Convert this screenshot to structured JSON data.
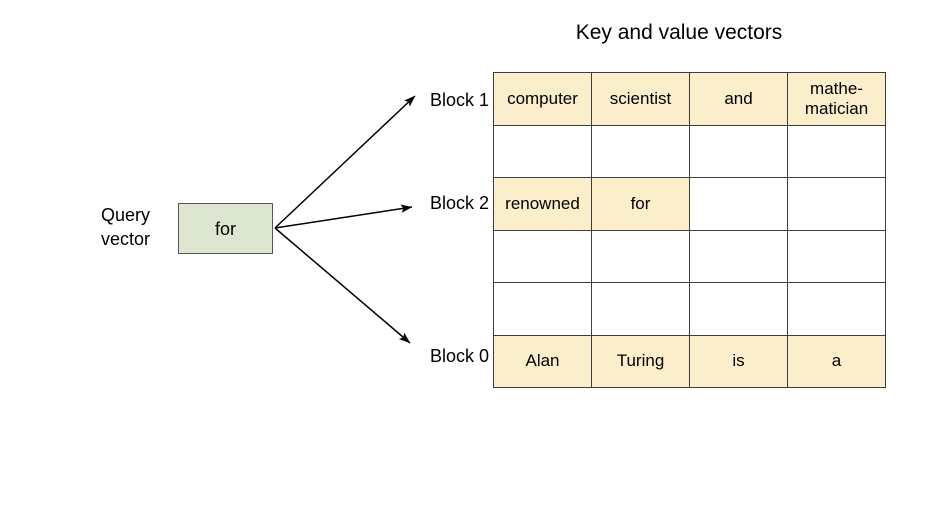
{
  "diagram": {
    "title": "Key and value vectors",
    "query": {
      "label_line1": "Query",
      "label_line2": "vector",
      "token": "for",
      "box_color": "#dce6d1",
      "border_color": "#555555"
    },
    "colors": {
      "filled_cell": "#faeecb",
      "empty_cell": "#ffffff",
      "grid_line": "#3d3d3d",
      "arrow": "#000000",
      "text": "#000000",
      "background": "#ffffff"
    },
    "block_labels": [
      {
        "name": "block-1",
        "text": "Block 1"
      },
      {
        "name": "block-2",
        "text": "Block 2"
      },
      {
        "name": "block-0",
        "text": "Block 0"
      }
    ],
    "arrows": [
      {
        "name": "arrow-to-block-1",
        "from": "query-box-right",
        "to": "Block 1",
        "direction": "up-right"
      },
      {
        "name": "arrow-to-block-2",
        "from": "query-box-right",
        "to": "Block 2",
        "direction": "right"
      },
      {
        "name": "arrow-to-block-0",
        "from": "query-box-right",
        "to": "Block 0",
        "direction": "down-right"
      }
    ],
    "table": {
      "rows": 6,
      "columns": 4,
      "cells": [
        [
          {
            "text": "computer",
            "filled": true
          },
          {
            "text": "scientist",
            "filled": true
          },
          {
            "text": "and",
            "filled": true
          },
          {
            "text": "mathe-\nmatician",
            "filled": true
          }
        ],
        [
          {
            "text": "",
            "filled": false
          },
          {
            "text": "",
            "filled": false
          },
          {
            "text": "",
            "filled": false
          },
          {
            "text": "",
            "filled": false
          }
        ],
        [
          {
            "text": "renowned",
            "filled": true
          },
          {
            "text": "for",
            "filled": true
          },
          {
            "text": "",
            "filled": false
          },
          {
            "text": "",
            "filled": false
          }
        ],
        [
          {
            "text": "",
            "filled": false
          },
          {
            "text": "",
            "filled": false
          },
          {
            "text": "",
            "filled": false
          },
          {
            "text": "",
            "filled": false
          }
        ],
        [
          {
            "text": "",
            "filled": false
          },
          {
            "text": "",
            "filled": false
          },
          {
            "text": "",
            "filled": false
          },
          {
            "text": "",
            "filled": false
          }
        ],
        [
          {
            "text": "Alan",
            "filled": true
          },
          {
            "text": "Turing",
            "filled": true
          },
          {
            "text": "is",
            "filled": true
          },
          {
            "text": "a",
            "filled": true
          }
        ]
      ]
    }
  }
}
